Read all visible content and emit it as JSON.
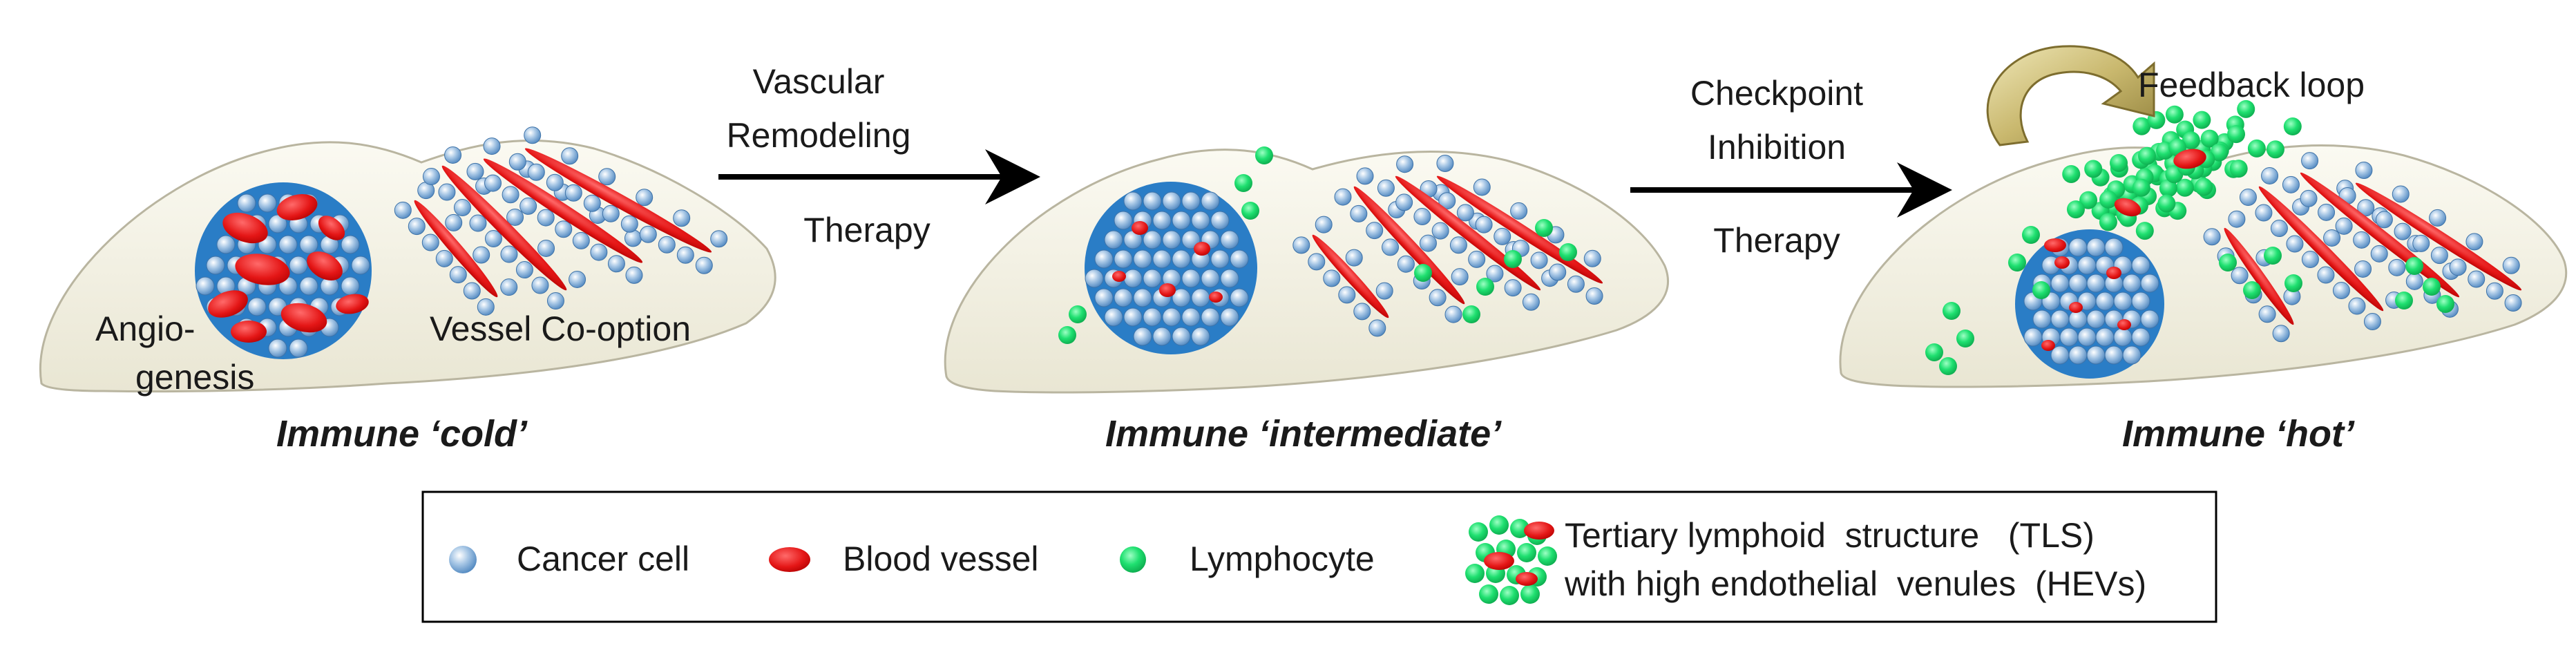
{
  "panels": [
    {
      "id": "cold",
      "caption": "Immune ‘cold’",
      "labels": [
        "Angio-",
        "genesis",
        "Vessel Co-option"
      ]
    },
    {
      "id": "intermediate",
      "caption": "Immune ‘intermediate’"
    },
    {
      "id": "hot",
      "caption": "Immune ‘hot’",
      "feedback_label": "Feedback loop"
    }
  ],
  "transitions": [
    {
      "lines": [
        "Vascular",
        "Remodeling",
        "Therapy"
      ]
    },
    {
      "lines": [
        "Checkpoint",
        "Inhibition",
        "Therapy"
      ]
    }
  ],
  "legend": {
    "items": [
      {
        "label": "Cancer cell",
        "icon": "cancer-cell-icon"
      },
      {
        "label": "Blood vessel",
        "icon": "blood-vessel-icon"
      },
      {
        "label": "Lymphocyte",
        "icon": "lymphocyte-icon"
      }
    ],
    "tls_lines": [
      "Tertiary lymphoid  structure   (TLS)",
      "with high endothelial  venules  (HEVs)"
    ]
  },
  "colors": {
    "tissue": "#f1efe1",
    "tumor": "#2a7dc6",
    "cancer_cell": "#8cb4dc",
    "vessel": "#e01414",
    "lymphocyte": "#18d96a",
    "arrow": "#000000",
    "feedback_arrow": "#c8b878"
  }
}
